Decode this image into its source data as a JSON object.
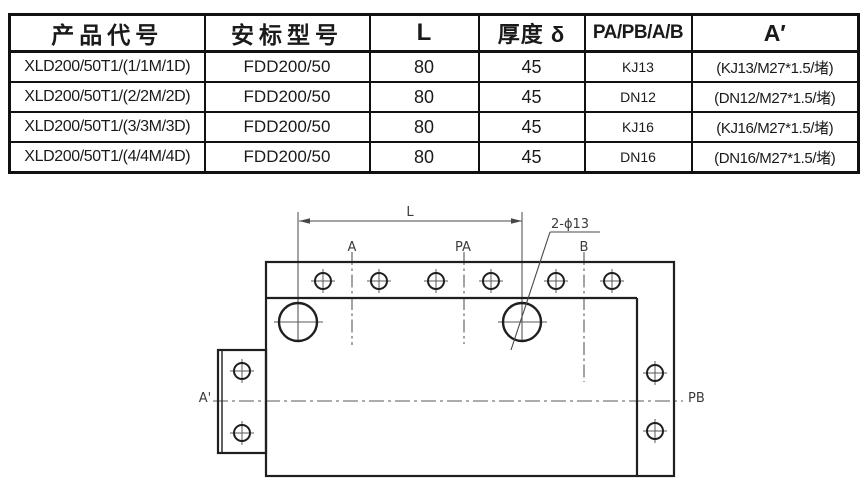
{
  "table": {
    "headers": [
      "产品代号",
      "安标型号",
      "L",
      "厚度 δ",
      "PA/PB/A/B",
      "A′"
    ],
    "rows": [
      [
        "XLD200/50T1/(1/1M/1D)",
        "FDD200/50",
        "80",
        "45",
        "KJ13",
        "(KJ13/M27*1.5/堵)"
      ],
      [
        "XLD200/50T1/(2/2M/2D)",
        "FDD200/50",
        "80",
        "45",
        "DN12",
        "(DN12/M27*1.5/堵)"
      ],
      [
        "XLD200/50T1/(3/3M/3D)",
        "FDD200/50",
        "80",
        "45",
        "KJ16",
        "(KJ16/M27*1.5/堵)"
      ],
      [
        "XLD200/50T1/(4/4M/4D)",
        "FDD200/50",
        "80",
        "45",
        "DN16",
        "(DN16/M27*1.5/堵)"
      ]
    ]
  },
  "diagram": {
    "dim_length_label": "L",
    "holes_callout": "2-ϕ13",
    "port_a": "A",
    "port_pa": "PA",
    "port_b": "B",
    "port_a_prime": "A'",
    "port_pb": "PB",
    "colors": {
      "outline": "#1f1f1f",
      "thin_line": "#5a5a5a",
      "dim_line": "#474747",
      "label": "#3c3c3c"
    }
  }
}
